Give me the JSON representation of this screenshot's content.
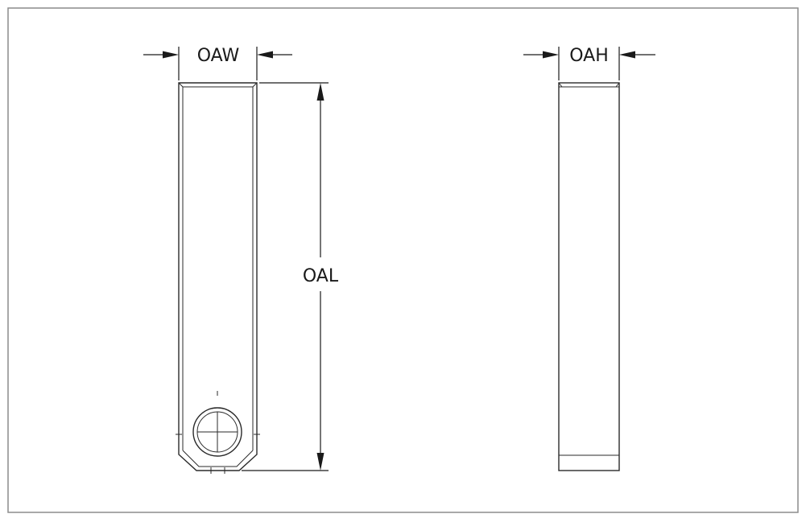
{
  "dimensions": {
    "width_label": "OAW",
    "height_label": "OAH",
    "length_label": "OAL"
  },
  "colors": {
    "line": "#2a2a2a",
    "frame": "#8c8c8c",
    "background": "#ffffff"
  }
}
